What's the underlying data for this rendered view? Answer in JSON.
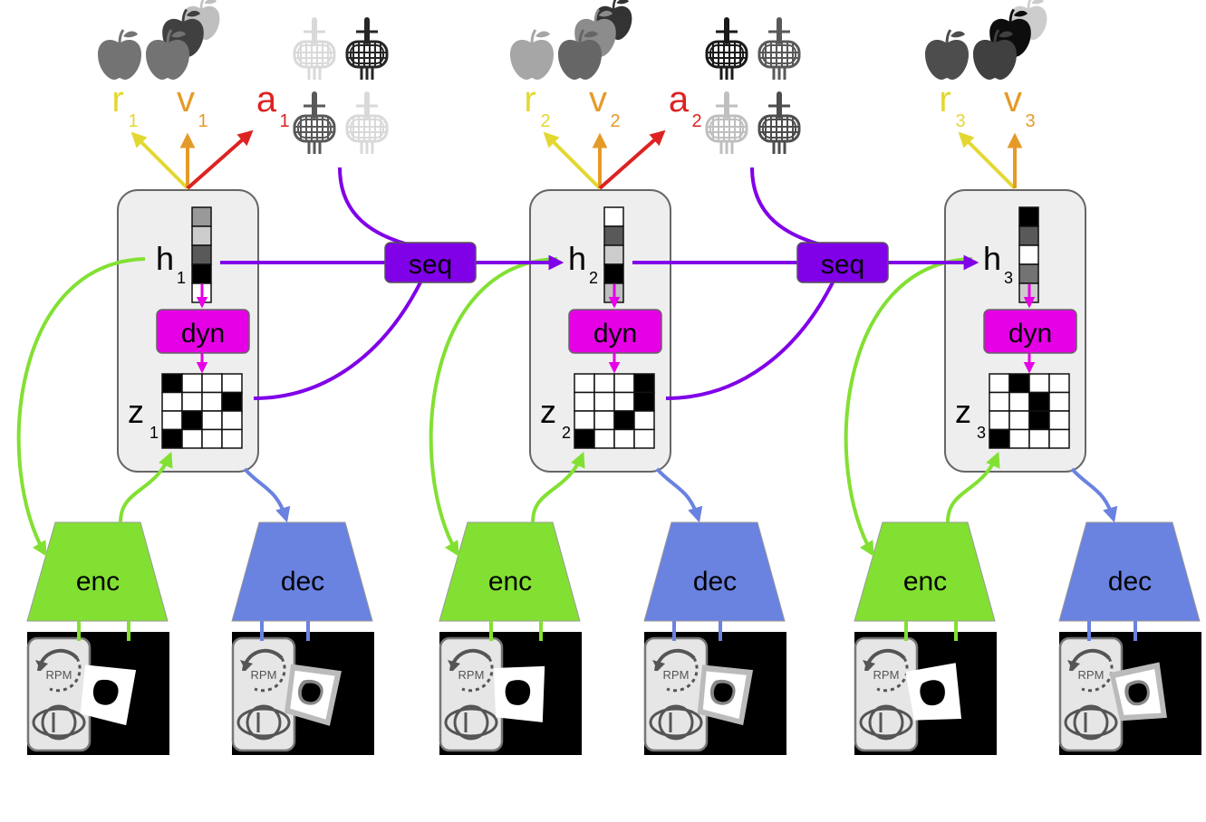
{
  "labels": {
    "enc": "enc",
    "dec": "dec",
    "dyn": "dyn",
    "seq": "seq",
    "h": "h",
    "z": "z",
    "r": "r",
    "v": "v",
    "a": "a",
    "rpm": "RPM"
  },
  "colors": {
    "encoder": "#82e032",
    "decoder": "#6a82e0",
    "dynamics": "#e600e6",
    "sequence": "#8000e8",
    "reward": "#e3d832",
    "value": "#e59a28",
    "action": "#dd2222",
    "state_box": "#eeeeee"
  },
  "steps": [
    {
      "index": "1",
      "h_cells": [
        0.6,
        0.8,
        0.35,
        0,
        1
      ],
      "z_cells": [
        [
          0,
          1,
          1,
          1
        ],
        [
          1,
          1,
          1,
          0
        ],
        [
          1,
          0,
          1,
          1
        ],
        [
          0,
          1,
          1,
          1
        ]
      ],
      "apples_r": [
        0.45
      ],
      "apples_v": [
        0.45,
        0.25,
        0.75
      ],
      "actions": [
        [
          0.85,
          0.15
        ],
        [
          0.35,
          0.85
        ]
      ]
    },
    {
      "index": "2",
      "h_cells": [
        1,
        0.35,
        0.8,
        0,
        0.75
      ],
      "z_cells": [
        [
          1,
          1,
          1,
          0
        ],
        [
          1,
          1,
          1,
          0
        ],
        [
          1,
          1,
          0,
          1
        ],
        [
          0,
          1,
          1,
          1
        ]
      ],
      "apples_r": [
        0.65
      ],
      "apples_v": [
        0.4,
        0.55,
        0.2
      ],
      "actions": [
        [
          0.1,
          0.35
        ],
        [
          0.75,
          0.3
        ]
      ]
    },
    {
      "index": "3",
      "h_cells": [
        0,
        0.35,
        1,
        0.45,
        0.8
      ],
      "z_cells": [
        [
          1,
          0,
          1,
          1
        ],
        [
          1,
          1,
          0,
          1
        ],
        [
          1,
          1,
          0,
          1
        ],
        [
          0,
          1,
          1,
          1
        ]
      ],
      "apples_r": [
        0.3
      ],
      "apples_v": [
        0.25,
        0.05,
        0.8
      ],
      "actions": []
    }
  ]
}
